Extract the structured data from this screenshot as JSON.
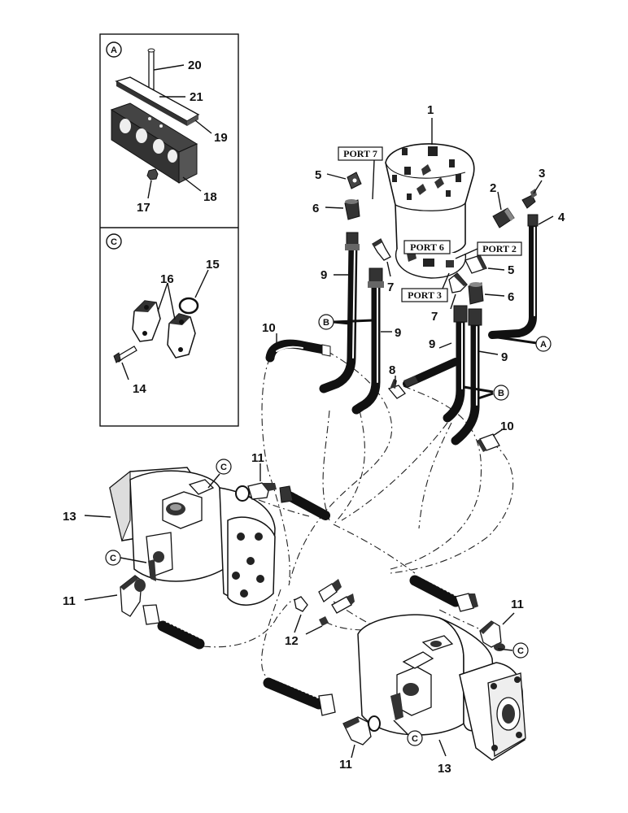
{
  "callouts": {
    "n1": "1",
    "n2": "2",
    "n3": "3",
    "n4": "4",
    "n5a": "5",
    "n5b": "5",
    "n6a": "6",
    "n6b": "6",
    "n7a": "7",
    "n7b": "7",
    "n8": "8",
    "n9a": "9",
    "n9b": "9",
    "n9c": "9",
    "n9d": "9",
    "n10a": "10",
    "n10b": "10",
    "n11a": "11",
    "n11b": "11",
    "n11c": "11",
    "n11d": "11",
    "n12": "12",
    "n13a": "13",
    "n13b": "13",
    "n14": "14",
    "n15": "15",
    "n16": "16",
    "n17": "17",
    "n18": "18",
    "n19": "19",
    "n20": "20",
    "n21": "21"
  },
  "ports": {
    "port7": "PORT 7",
    "port6": "PORT 6",
    "port2": "PORT 2",
    "port3": "PORT 3"
  },
  "detail_letters": {
    "a_box": "A",
    "c_box": "C",
    "a_hose": "A",
    "b1": "B",
    "b2": "B",
    "c1": "C",
    "c2": "C",
    "c3": "C",
    "c4": "C"
  }
}
